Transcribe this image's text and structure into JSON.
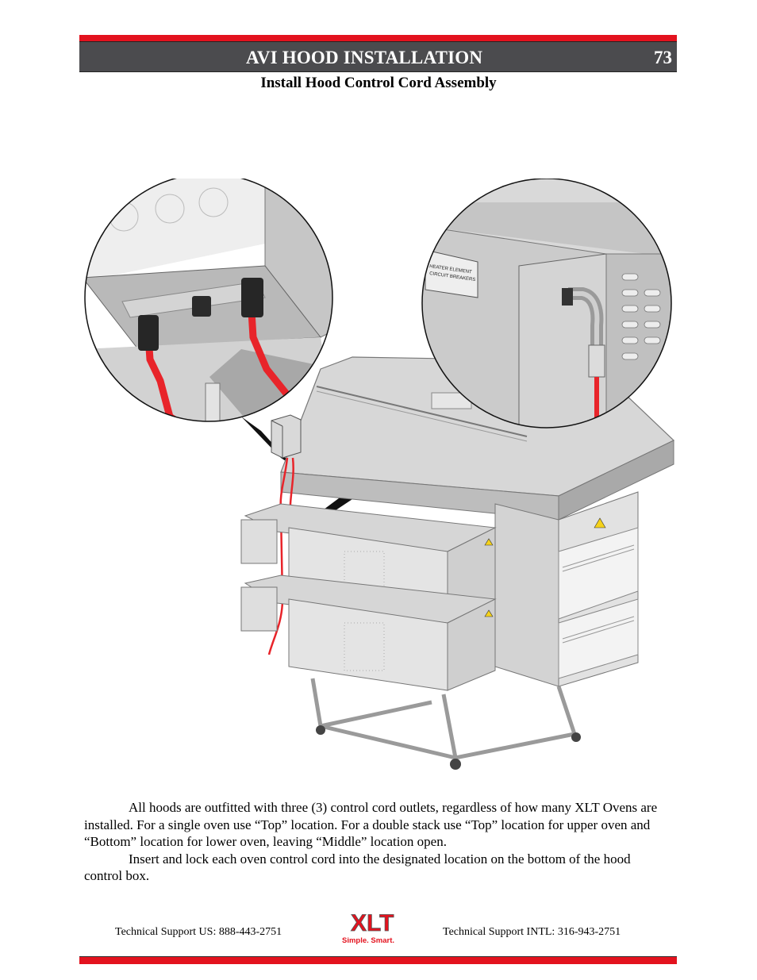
{
  "header": {
    "title": "AVI HOOD INSTALLATION",
    "page_number": "73"
  },
  "subtitle": "Install Hood Control Cord Assembly",
  "figure": {
    "breaker_label_line1": "HEATER ELEMENT",
    "breaker_label_line2": "CIRCUIT BREAKERS"
  },
  "body": {
    "paragraph1": "All hoods are outfitted with three (3) control cord outlets, regardless of how many XLT Ovens are installed.  For a single oven use “Top” location. For a double stack use “Top” location for upper oven and “Bottom” location for lower oven, leaving “Middle” location open.",
    "paragraph2": "Insert and lock each oven control cord into the designated location on the bottom of the hood control box."
  },
  "footer": {
    "support_us": "Technical Support  US:  888-443-2751",
    "support_intl": "Technical Support  INTL:  316-943-2751",
    "logo_text": "XLT",
    "logo_tagline": "Simple. Smart."
  },
  "colors": {
    "accent_red": "#e3121e",
    "header_gray": "#4b4b4e",
    "cord_red": "#e8242a"
  }
}
